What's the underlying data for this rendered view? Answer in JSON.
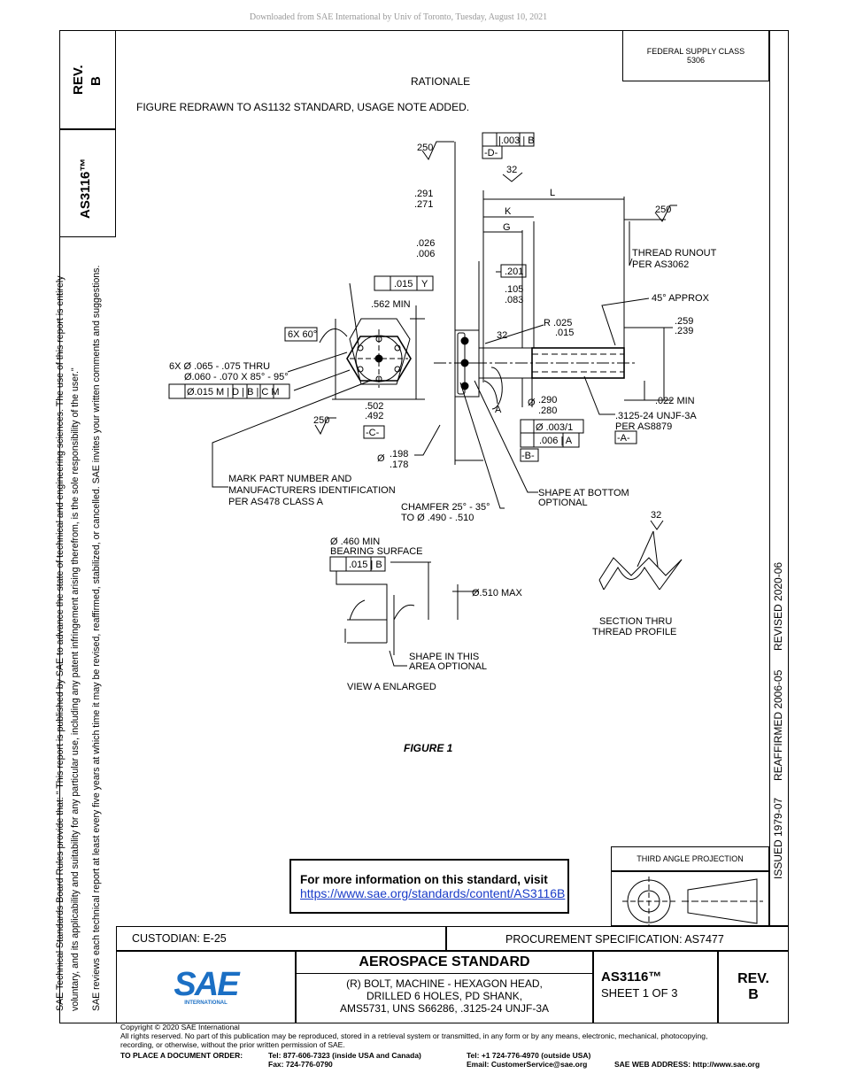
{
  "download_notice": "Downloaded from SAE International by Univ of Toronto, Tuesday, August 10, 2021",
  "rev_box": {
    "line1": "REV.",
    "line2": "B"
  },
  "doc_id_side": "AS3116™",
  "federal_supply": {
    "line1": "FEDERAL SUPPLY CLASS",
    "line2": "5306"
  },
  "rationale": {
    "title": "RATIONALE",
    "text": "FIGURE REDRAWN TO AS1132 STANDARD, USAGE NOTE ADDED."
  },
  "left_notice": {
    "line1": "SAE Technical Standards Board Rules provide that: \"  This report is published by SAE to advance the state of technical and engineering sciences. The use of this report is entirely",
    "line2": "voluntary, and its applicability and suitability for any particular use, including any patent infringement arising therefrom, is the sole responsibility of the user.\"",
    "line3": "SAE reviews each technical report at least every five years at which time it may be revised, reaffirmed, stabilized, or cancelled. SAE invites your written comments and suggestions."
  },
  "right_dates": {
    "issued": "ISSUED 1979-07",
    "reaffirmed": "REAFFIRMED 2006-05",
    "revised": "REVISED 2020-06"
  },
  "drawing": {
    "surf_250_top": "250",
    "datum_D_box": "|.003 | B",
    "datum_D": "-D-",
    "surf_32_top": "32",
    "dim_291": ".291",
    "dim_271": ".271",
    "dim_L": "L",
    "dim_K": "K",
    "dim_G": "G",
    "surf_250_right": "250",
    "dim_026": ".026",
    "dim_006": ".006",
    "thread_runout_1": "THREAD RUNOUT",
    "thread_runout_2": "PER AS3062",
    "dim_201": ".201",
    "runout_015_val": ".015",
    "runout_015_ref": "Y",
    "dim_105": ".105",
    "dim_083": ".083",
    "approx_45": "45° APPROX",
    "min_562": ".562 MIN",
    "r_025": "R .025",
    "r_015": ".015",
    "dim_259": ".259",
    "dim_239": ".239",
    "sixx60": "6X 60°",
    "surf_32_mid": "32",
    "holes_1": "6X Ø .065 - .075 THRU",
    "holes_2": "Ø.060 - .070 X 85° - 95°",
    "holes_fcf": "Ø.015 M | D | B | C M",
    "dim_502": ".502",
    "dim_492": ".492",
    "datum_C": "-C-",
    "surf_250_lower": "250",
    "dim_290": ".290",
    "dim_280": ".280",
    "phi_290": "Ø",
    "label_A": "A",
    "min_022": ".022 MIN",
    "thread_1": ".3125-24 UNJF-3A",
    "thread_2": "PER AS8879",
    "datum_A": "-A-",
    "fcf_003": "Ø .003/1",
    "fcf_006": ".006 | A",
    "datum_B": "-B-",
    "dim_198": ".198",
    "dim_178": ".178",
    "phi_198": "Ø",
    "mark_1": "MARK PART NUMBER AND",
    "mark_2": "MANUFACTURERS IDENTIFICATION",
    "mark_3": "PER AS478 CLASS A",
    "chamfer_1": "CHAMFER 25° - 35°",
    "chamfer_2": "TO Ø .490 - .510",
    "shape_bottom_1": "SHAPE AT BOTTOM",
    "shape_bottom_2": "OPTIONAL",
    "surf_32_section": "32",
    "bearing_1": "Ø .460 MIN",
    "bearing_2": "BEARING SURFACE",
    "bearing_fcf": ".015 | B",
    "max_510": "Ø.510 MAX",
    "section_1": "SECTION THRU",
    "section_2": "THREAD PROFILE",
    "shape_area_1": "SHAPE IN THIS",
    "shape_area_2": "AREA OPTIONAL",
    "view_a": "VIEW A ENLARGED"
  },
  "figure_caption": "FIGURE 1",
  "info_box": {
    "text": "For more information on this standard, visit",
    "link": "https://www.sae.org/standards/content/AS3116B"
  },
  "third_angle": "THIRD ANGLE PROJECTION",
  "title_block": {
    "custodian": "CUSTODIAN: E-25",
    "procurement": "PROCUREMENT SPECIFICATION: AS7477",
    "logo_text": "SAE",
    "logo_sub": "INTERNATIONAL",
    "standard": "AEROSPACE STANDARD",
    "desc1": "(R) BOLT, MACHINE - HEXAGON HEAD,",
    "desc2": "DRILLED 6 HOLES, PD SHANK,",
    "desc3": "AMS5731, UNS S66286, .3125-24 UNJF-3A",
    "doc_id": "AS3116™",
    "sheet": "SHEET 1 OF 3",
    "rev_label": "REV.",
    "rev_value": "B"
  },
  "footer": {
    "copyright": "Copyright © 2020 SAE International",
    "rights1": "All rights reserved. No part of this publication may be reproduced, stored in a retrieval system or transmitted, in any form or by any means, electronic, mechanical, photocopying,",
    "rights2": "recording, or otherwise, without the prior written permission of SAE.",
    "order_label": "TO PLACE A DOCUMENT ORDER:",
    "tel_us": "Tel: 877-606-7323 (inside USA and Canada)",
    "fax": "Fax: 724-776-0790",
    "tel_intl": "Tel: +1 724-776-4970 (outside USA)",
    "email": "Email: CustomerService@sae.org",
    "web": "SAE WEB ADDRESS: http://www.sae.org"
  }
}
